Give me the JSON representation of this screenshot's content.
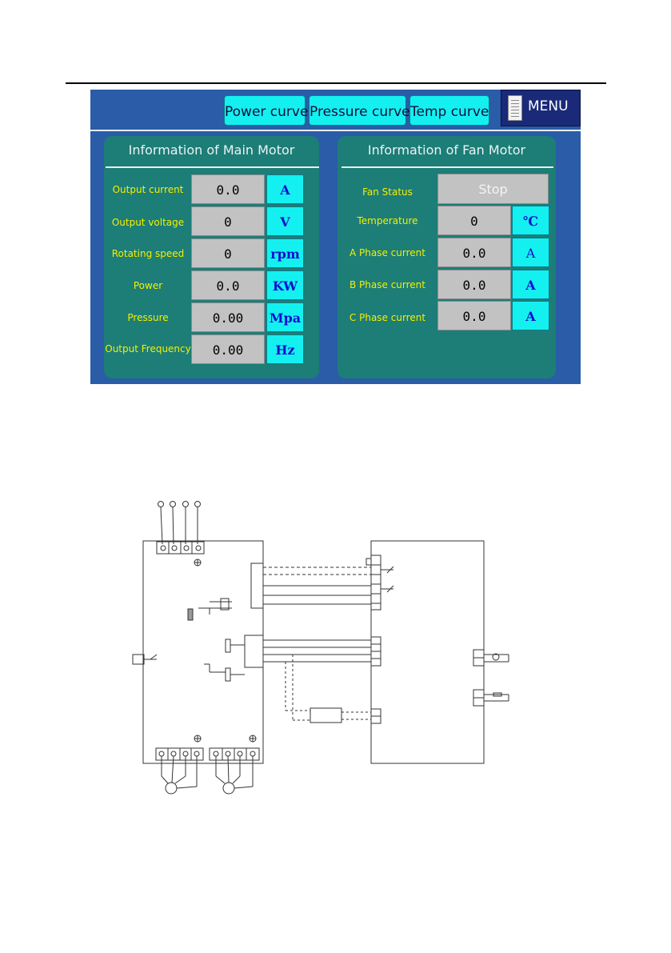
{
  "toolbar": {
    "power_curve": "Power curve",
    "pressure_curve": "Pressure curve",
    "temp_curve": "Temp curve",
    "menu": "MENU"
  },
  "main_motor": {
    "title": "Information of Main Motor",
    "rows": [
      {
        "label": "Output current",
        "value": "0.0",
        "unit": "A"
      },
      {
        "label": "Output voltage",
        "value": "0",
        "unit": "V"
      },
      {
        "label": "Rotating speed",
        "value": "0",
        "unit": "rpm"
      },
      {
        "label": "Power",
        "value": "0.0",
        "unit": "KW"
      },
      {
        "label": "Pressure",
        "value": "0.00",
        "unit": "Mpa"
      },
      {
        "label": "Output Frequency",
        "value": "0.00",
        "unit": "Hz"
      }
    ]
  },
  "fan_motor": {
    "title": "Information of Fan Motor",
    "status_label": "Fan Status",
    "status_value": "Stop",
    "rows": [
      {
        "label": "Temperature",
        "value": "0",
        "unit": "℃"
      },
      {
        "label": "A Phase current",
        "value": "0.0",
        "unit": "A"
      },
      {
        "label": "B Phase current",
        "value": "0.0",
        "unit": "A"
      },
      {
        "label": "C Phase current",
        "value": "0.0",
        "unit": "A"
      }
    ]
  },
  "colors": {
    "screen_bg": "#2a5ca8",
    "panel_bg": "#1d7d77",
    "button_cyan": "#14f0f0",
    "label_yellow": "#f4f000",
    "value_gray": "#c2c2c2",
    "menu_navy": "#1a2a78"
  },
  "icons": {
    "menu": "menu-list-icon"
  }
}
